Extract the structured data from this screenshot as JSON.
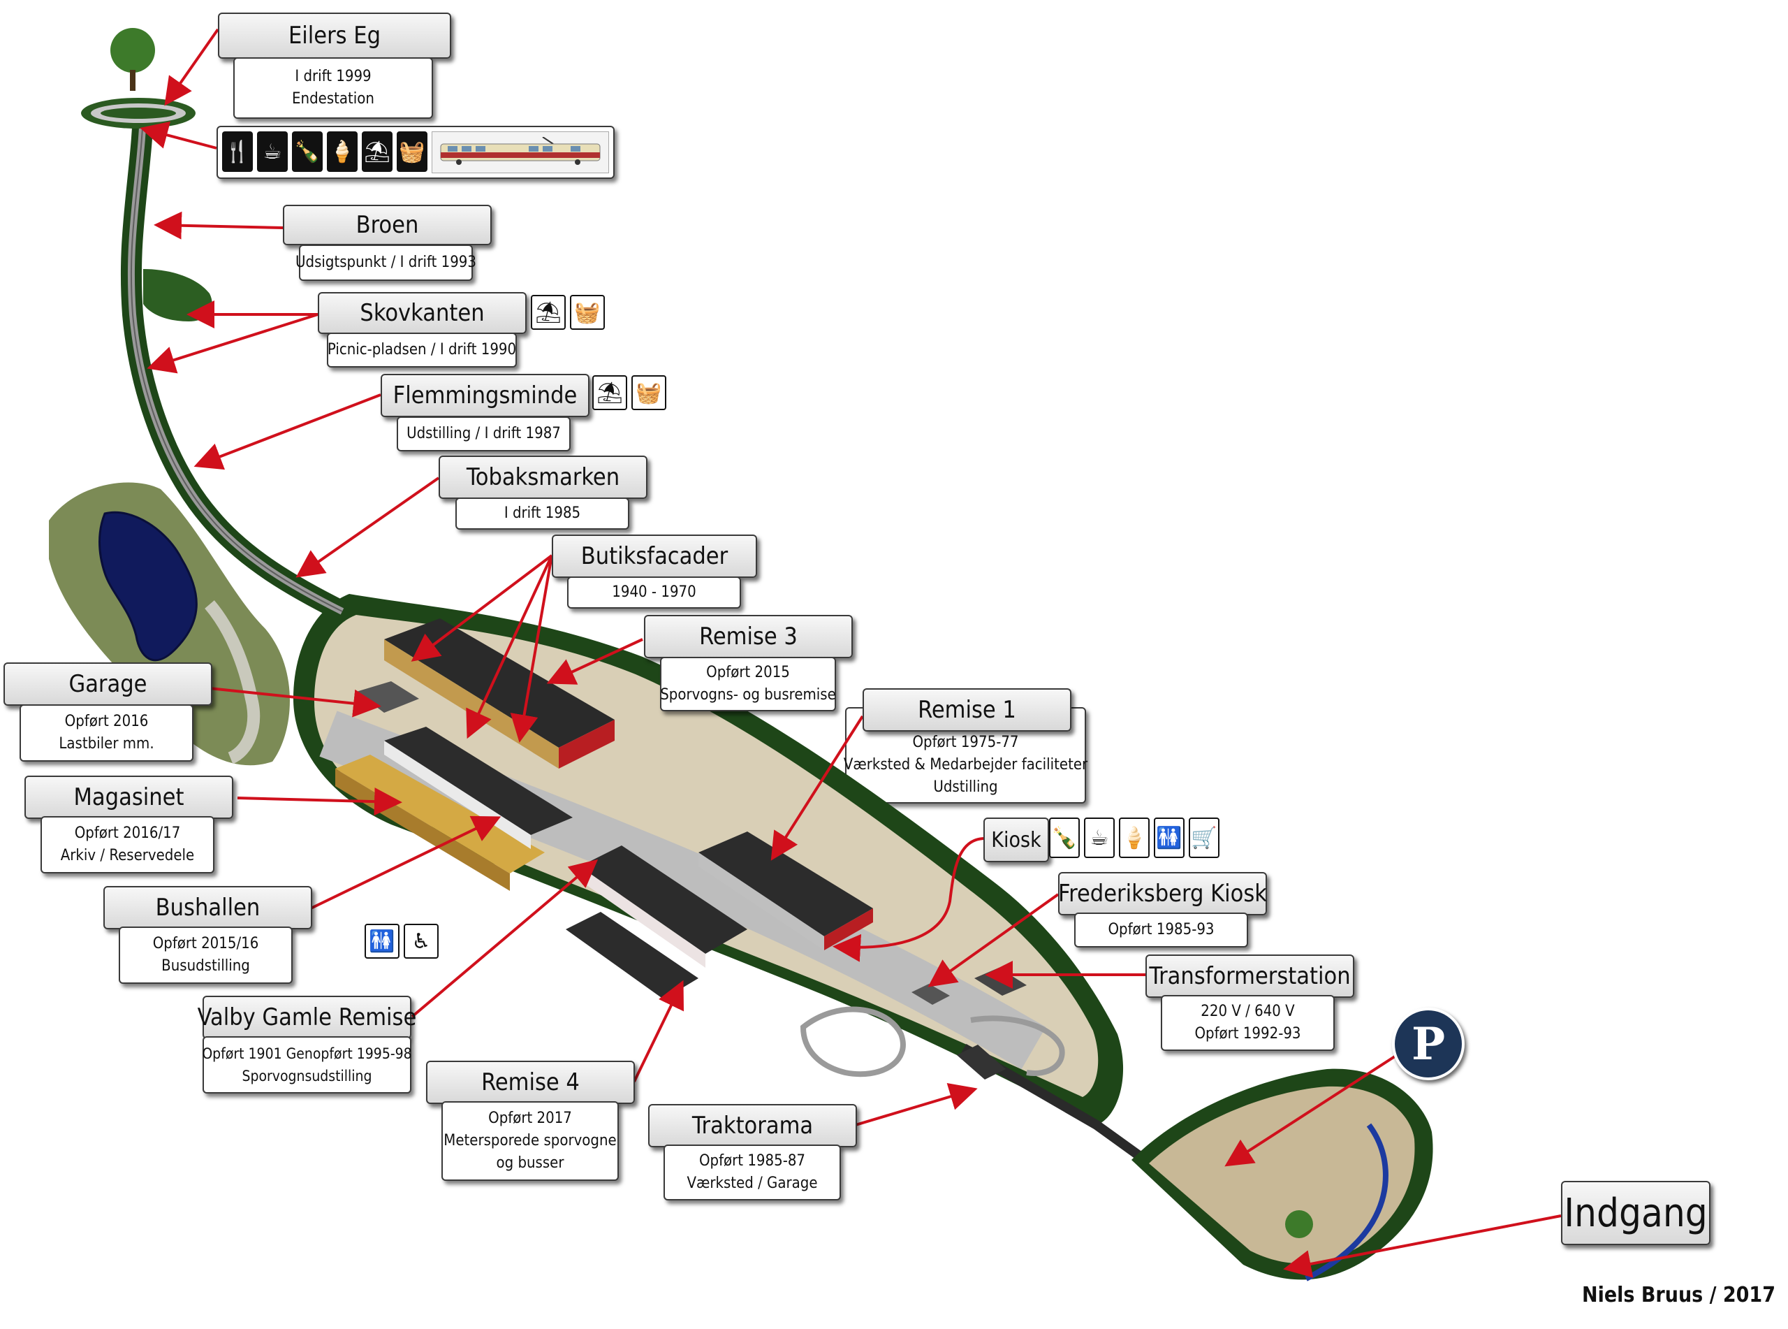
{
  "labels": {
    "eilers_eg": {
      "title": "Eilers Eg",
      "lines": [
        "I drift 1999",
        "Endestation"
      ]
    },
    "broen": {
      "title": "Broen",
      "lines": [
        "Udsigtspunkt / I drift 1993"
      ]
    },
    "skovkanten": {
      "title": "Skovkanten",
      "lines": [
        "Picnic-pladsen / I drift 1990"
      ]
    },
    "flemmingsminde": {
      "title": "Flemmingsminde",
      "lines": [
        "Udstilling / I drift 1987"
      ]
    },
    "tobaksmarken": {
      "title": "Tobaksmarken",
      "lines": [
        "I drift 1985"
      ]
    },
    "butiksfacader": {
      "title": "Butiksfacader",
      "lines": [
        "1940 - 1970"
      ]
    },
    "remise3": {
      "title": "Remise 3",
      "lines": [
        "Opført 2015",
        "Sporvogns- og busremise"
      ]
    },
    "garage": {
      "title": "Garage",
      "lines": [
        "Opført 2016",
        "Lastbiler mm."
      ]
    },
    "remise1": {
      "title": "Remise 1",
      "lines": [
        "Opført 1975-77",
        "Værksted & Medarbejder faciliteter",
        "Udstilling"
      ]
    },
    "magasinet": {
      "title": "Magasinet",
      "lines": [
        "Opført 2016/17",
        "Arkiv / Reservedele"
      ]
    },
    "kiosk": {
      "title": "Kiosk"
    },
    "frederiksberg_kiosk": {
      "title": "Frederiksberg Kiosk",
      "lines": [
        "Opført 1985-93"
      ]
    },
    "bushallen": {
      "title": "Bushallen",
      "lines": [
        "Opført 2015/16",
        "Busudstilling"
      ]
    },
    "transformerstation": {
      "title": "Transformerstation",
      "lines": [
        "220 V / 640 V",
        "Opført 1992-93"
      ]
    },
    "valby": {
      "title": "Valby Gamle Remise",
      "lines": [
        "Opført 1901 Genopført 1995-98",
        "Sporvognsudstilling"
      ]
    },
    "remise4": {
      "title": "Remise 4",
      "lines": [
        "Opført 2017",
        "Metersporede sporvogne",
        "og busser"
      ]
    },
    "traktorama": {
      "title": "Traktorama",
      "lines": [
        "Opført 1985-87",
        "Værksted / Garage"
      ]
    },
    "indgang": {
      "title": "Indgang"
    }
  },
  "icons": {
    "eilers_eg": [
      "cutlery-icon",
      "coffee-cup-icon",
      "bottles-icon",
      "ice-cream-icon",
      "picnic-table-icon",
      "picnic-basket-icon"
    ],
    "skovkanten": [
      "picnic-table-icon",
      "picnic-basket-icon"
    ],
    "flemmingsminde": [
      "picnic-table-icon",
      "picnic-basket-icon"
    ],
    "kiosk": [
      "bottles-icon",
      "coffee-cup-icon",
      "ice-cream-icon",
      "toilet-icon",
      "kiosk-counter-icon"
    ],
    "toilets": [
      "toilet-icon",
      "wheelchair-icon"
    ]
  },
  "parking": {
    "label": "P"
  },
  "credit": "Niels Bruus / 2017",
  "colors": {
    "arrow": "#d0101c",
    "grass": "#1f4a1a",
    "lake": "#10185a",
    "meadow": "#7b8a55"
  }
}
